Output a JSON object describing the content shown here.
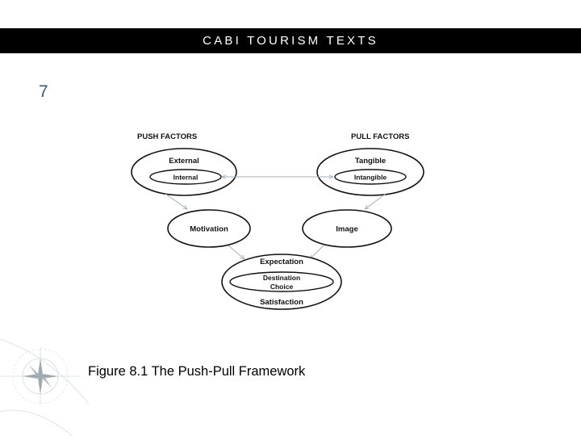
{
  "header": {
    "title": "CABI TOURISM TEXTS",
    "bar_color": "#000000",
    "text_color": "#ffffff"
  },
  "slide": {
    "number": "7",
    "number_color": "#3d5a6b"
  },
  "diagram": {
    "push_heading": "PUSH FACTORS",
    "pull_heading": "PULL FACTORS",
    "push_outer": "External",
    "push_inner": "Internal",
    "pull_outer": "Tangible",
    "pull_inner": "Intangible",
    "motivation": "Motivation",
    "image": "Image",
    "expectation": "Expectation",
    "destination_line1": "Destination",
    "destination_line2": "Choice",
    "satisfaction": "Satisfaction",
    "arrow_color": "#9fb0bf"
  },
  "caption": "Figure 8.1 The Push-Pull Framework",
  "decoration": {
    "compass": "compass-rose-icon"
  }
}
